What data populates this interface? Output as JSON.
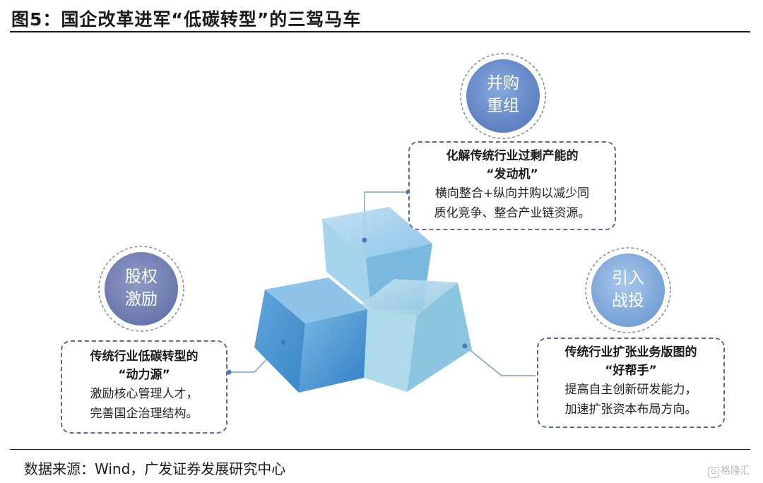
{
  "header": {
    "title": "图5：国企改革进军“低碳转型”的三驾马车"
  },
  "circles": {
    "merger": {
      "line1": "并购",
      "line2": "重组"
    },
    "equity": {
      "line1": "股权",
      "line2": "激励"
    },
    "investor": {
      "line1": "引入",
      "line2": "战投"
    }
  },
  "boxes": {
    "merger": {
      "head1": "化解传统行业过剩产能的",
      "head2": "“发动机”",
      "body1": "横向整合+纵向并购以减少同",
      "body2": "质化竞争、整合产业链资源。"
    },
    "equity": {
      "head1": "传统行业低碳转型的",
      "head2": "“动力源”",
      "body1": "激励核心管理人才，",
      "body2": "完善国企治理结构。"
    },
    "investor": {
      "head1": "传统行业扩张业务版图的",
      "head2": "“好帮手”",
      "body1": "提高自主创新研发能力，",
      "body2": "加速扩张资本布局方向。"
    }
  },
  "footer": {
    "source": "数据来源：Wind，广发证券发展研究中心",
    "watermark": "格隆汇"
  },
  "colors": {
    "circle_blue": "#6b8dc9",
    "circle_purple": "#7a86b5",
    "circle_light": "#7fa8d8",
    "cube_front": "#4d9ad4",
    "cube_top": "#95c9ea",
    "border_dashed": "#5a6b9a"
  }
}
